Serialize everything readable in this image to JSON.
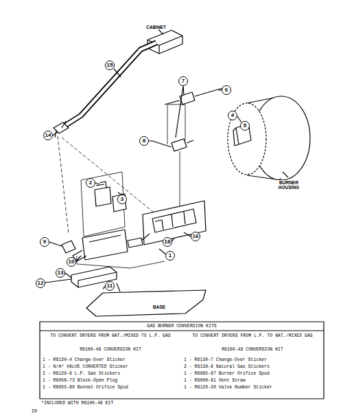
{
  "diagram": {
    "labels": [
      "CABINET",
      "15",
      "14",
      "7",
      "6",
      "8",
      "4",
      "5",
      "BURNER HOUSING",
      "2",
      "3",
      "9",
      "10",
      "16",
      "18",
      "1",
      "13",
      "12",
      "11",
      "BASE",
      "GAS BURNER CONVERSION KITS",
      "TO CONVERT DRYERS FROM NAT./MIXED TO L.P. GAS",
      "R6100-48 CONVERSION KIT",
      "TO CONVERT DRYERS FROM L.P. TO NAT./MIXED GAS",
      "R6100-49 CONVERSION KIT",
      "1 - R6120-4 Change-Over Sticker",
      "1 - N/A* VALVE CONVERTED Sticker",
      "2 - R6120-6 L.P. Gas Stickers",
      "1 - R6056-73 Block-Open Plug",
      "1 - R6055-80 Bonnet Orifice Spud",
      "1 - R6130-7 Change-Over Sticker",
      "2 - R6130-9 Natural Gas Stickers",
      "1 - R6085-87 Burner Orifice Spud",
      "1 - R6000-81 Vent Screw",
      "1 - R6120-20 Valve Number Sticker",
      "*INCLUDED WITH R6100-48 KIT",
      "20"
    ]
  }
}
